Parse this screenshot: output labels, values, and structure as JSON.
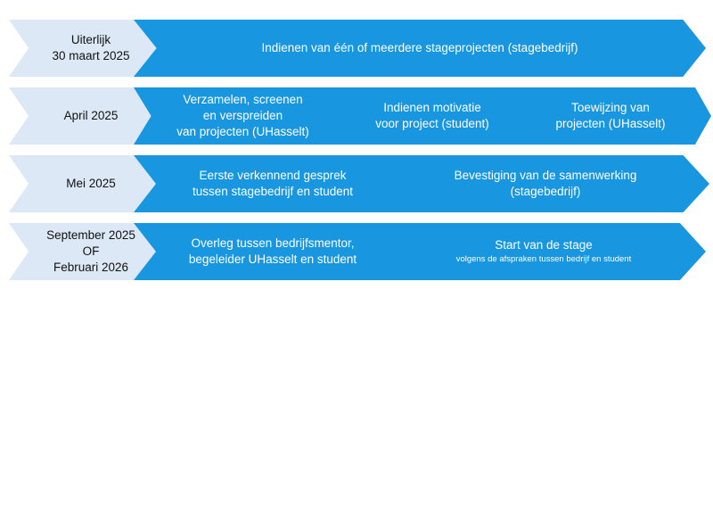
{
  "colors": {
    "step_fill": "#1996e0",
    "label_fill": "#dde8f6",
    "step_text": "#ffffff",
    "label_text": "#111111"
  },
  "rows": [
    {
      "date": "Uiterlijk\n30 maart 2025",
      "steps": [
        {
          "text": "Indienen van één of meerdere stageprojecten (stagebedrijf)"
        }
      ]
    },
    {
      "date": "April 2025",
      "steps": [
        {
          "text": "Verzamelen, screenen\nen verspreiden\nvan projecten (UHasselt)"
        },
        {
          "text": "Indienen motivatie\nvoor project (student)"
        },
        {
          "text": "Toewijzing van\nprojecten (UHasselt)"
        }
      ]
    },
    {
      "date": "Mei 2025",
      "steps": [
        {
          "text": "Eerste verkennend gesprek\ntussen stagebedrijf en student"
        },
        {
          "text": "Bevestiging van de samenwerking\n(stagebedrijf)"
        }
      ]
    },
    {
      "date": "September 2025\nOF\nFebruari 2026",
      "steps": [
        {
          "text": "Overleg tussen bedrijfsmentor,\nbegeleider UHasselt en student"
        },
        {
          "text": "Start van de stage",
          "subtext": "volgens de afspraken tussen bedrijf en student"
        }
      ]
    }
  ]
}
